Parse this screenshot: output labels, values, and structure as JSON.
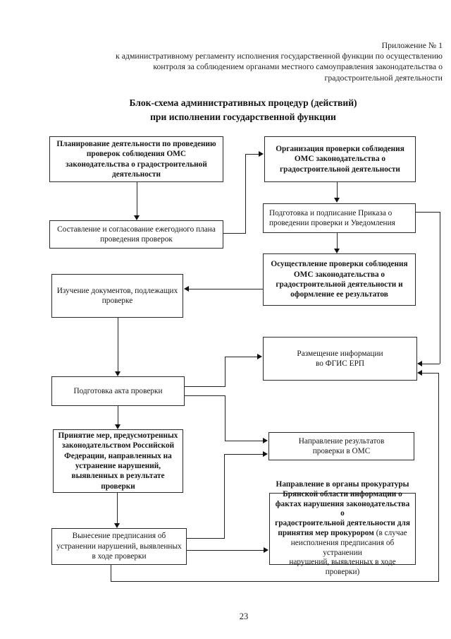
{
  "document": {
    "annotation": "Приложение № 1\nк административному регламенту исполнения государственной функции по осуществлению\nконтроля за соблюдением органами местного самоуправления законодательства о\nградостроительной деятельности",
    "title_line1": "Блок-схема административных процедур (действий)",
    "title_line2": "при исполнении государственной функции",
    "page_number": "23"
  },
  "flowchart": {
    "plan_activity": "Планирование деятельности по проведению\nпроверок соблюдения ОМС\nзаконодательства о градостроительной\nдеятельности",
    "annual_plan": "Составление и согласование ежегодного плана\nпроведения проверок",
    "organize_inspection": "Организация проверки соблюдения\nОМС законодательства о\nградостроительной деятельности",
    "order_preparation": "Подготовка и подписание Приказа о\nпроведении проверки и Уведомления",
    "conduct_inspection": "Осуществление проверки соблюдения\nОМС законодательства о\nградостроительной деятельности и\nоформление ее результатов",
    "fgis_info": "Размещение информации\nво ФГИС ЕРП",
    "study_documents": "Изучение документов, подлежащих\nпроверке",
    "inspection_act": "Подготовка акта проверки",
    "take_measures": "Принятие мер, предусмотренных\nзаконодательством Российской\nФедерации, направленных на\nустранение нарушений,\nвыявленных в результате\nпроверки",
    "issue_order": "Вынесение предписания об\nустранении нарушений, выявленных\nв ходе проверки",
    "send_results": "Направление результатов\nпроверки в ОМС",
    "prosecutor_bold": "Направление в органы прокуратуры\nБрянской области информации о\nфактах нарушения законодательства о\nградостроительной деятельности для\nпринятия мер прокурором ",
    "prosecutor_regular": "(в случае\nнеисполнения предписания об устранении\nнарушений, выявленных в ходе проверки)"
  }
}
